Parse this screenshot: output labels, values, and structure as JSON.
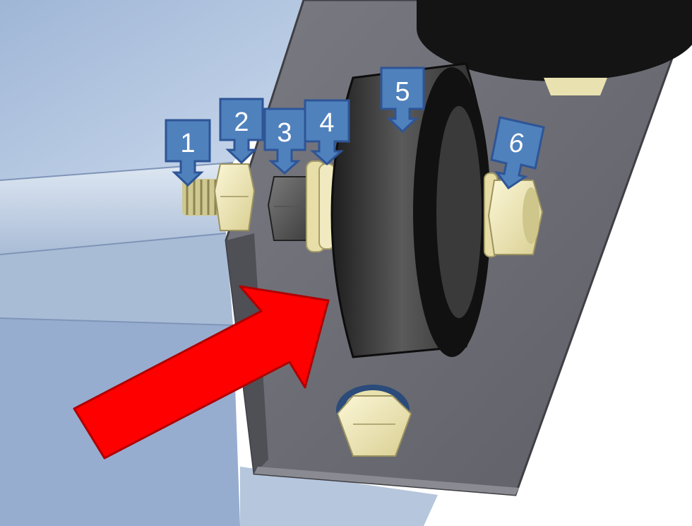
{
  "diagram": {
    "callouts": [
      {
        "label": "1"
      },
      {
        "label": "2"
      },
      {
        "label": "3"
      },
      {
        "label": "4"
      },
      {
        "label": "5"
      },
      {
        "label": "6"
      }
    ]
  },
  "colors": {
    "callout_fill": "#4f81bd",
    "callout_stroke": "#2e5596",
    "arrow_red": "#ff0000",
    "bracket_gray": "#6f6f76",
    "background_blue": "#b8cce4",
    "nut_yellow": "#f4edc0",
    "roller_black": "#2a2a2a"
  }
}
